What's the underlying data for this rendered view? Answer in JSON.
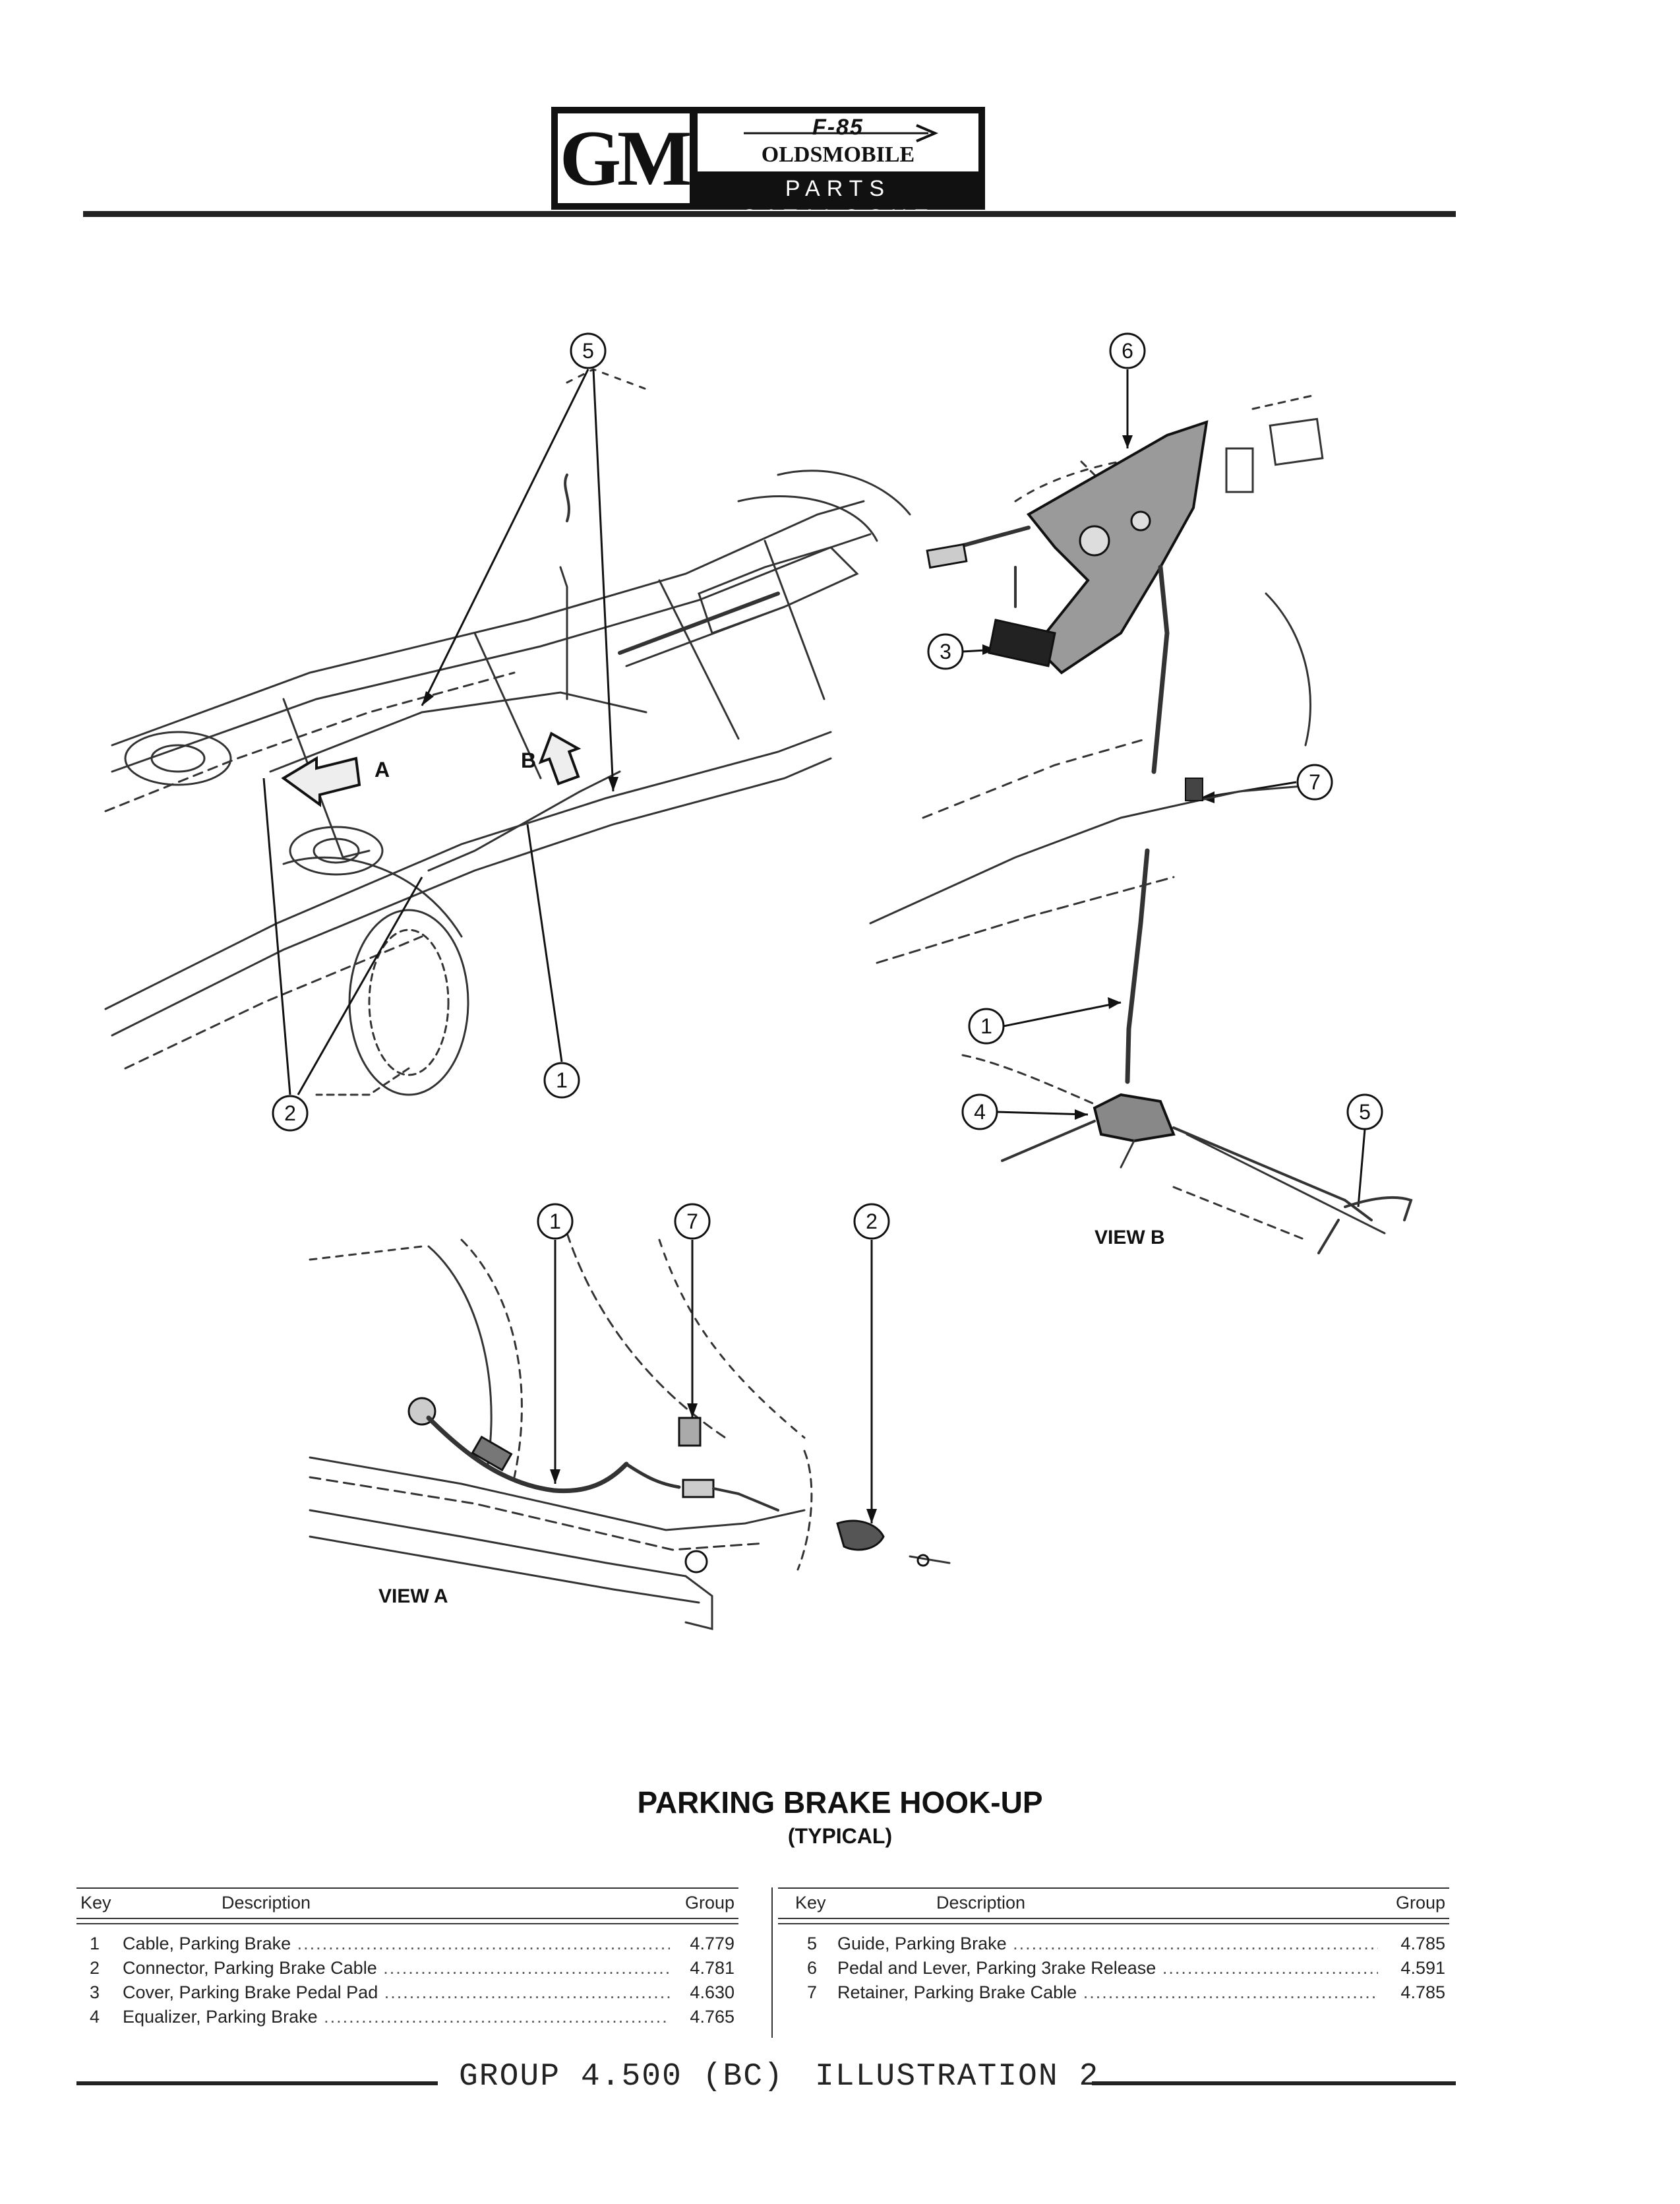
{
  "header": {
    "logo_text": "GM",
    "model": "F-85",
    "brand": "OLDSMOBILE",
    "catalogue": "PARTS CATALOGUE"
  },
  "diagram": {
    "view_a_label": "VIEW A",
    "view_b_label": "VIEW B",
    "arrow_a_label": "A",
    "arrow_b_label": "B",
    "callouts_main": [
      "5",
      "2",
      "1"
    ],
    "callouts_view_b": [
      "6",
      "3",
      "7",
      "1",
      "4",
      "5"
    ],
    "callouts_view_a": [
      "1",
      "7",
      "2"
    ]
  },
  "title": "PARKING BRAKE HOOK-UP",
  "subtitle": "(TYPICAL)",
  "table": {
    "headers": {
      "key": "Key",
      "description": "Description",
      "group": "Group"
    },
    "left_rows": [
      {
        "key": "1",
        "description": "Cable, Parking Brake",
        "group": "4.779"
      },
      {
        "key": "2",
        "description": "Connector, Parking Brake Cable",
        "group": "4.781"
      },
      {
        "key": "3",
        "description": "Cover, Parking Brake Pedal Pad",
        "group": "4.630"
      },
      {
        "key": "4",
        "description": "Equalizer, Parking Brake",
        "group": "4.765"
      }
    ],
    "right_rows": [
      {
        "key": "5",
        "description": "Guide, Parking Brake",
        "group": "4.785"
      },
      {
        "key": "6",
        "description": "Pedal and Lever, Parking 3rake Release",
        "group": "4.591"
      },
      {
        "key": "7",
        "description": "Retainer, Parking Brake Cable",
        "group": "4.785"
      }
    ]
  },
  "footer": {
    "group": "GROUP 4.500 (BC)",
    "illustration": "ILLUSTRATION 2"
  }
}
